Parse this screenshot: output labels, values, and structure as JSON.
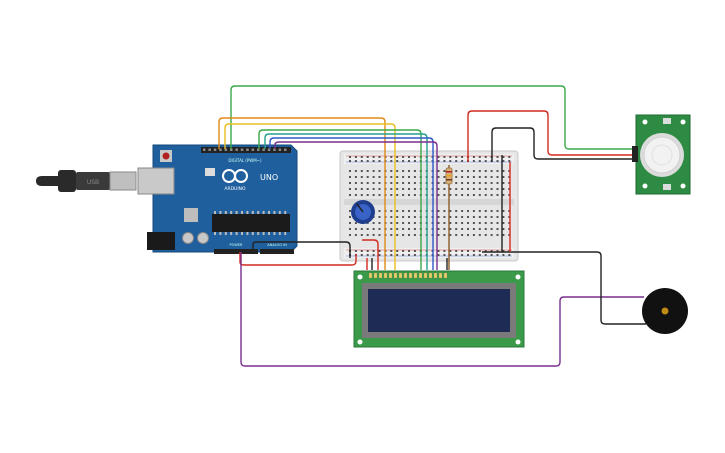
{
  "circuit": {
    "arduino": {
      "brand": "ARDUINO",
      "model": "UNO",
      "header_label": "DIGITAL (PWM~)",
      "power_label": "POWER",
      "analog_label": "ANALOG IN",
      "board_color": "#1f5f9e",
      "usb_cable_icon": "usb-plug-icon"
    },
    "pir_sensor": {
      "board_color": "#2e8b43",
      "dome_color": "#f2f2f2"
    },
    "lcd": {
      "board_color": "#3a9a4a",
      "screen_color": "#1d2b55",
      "pin_count": 16
    },
    "buzzer": {
      "body_color": "#111111",
      "center_color": "#c08a16"
    },
    "wire_colors": {
      "red": "#d42a20",
      "black": "#222222",
      "green": "#3aa84a",
      "orange": "#e08a1a",
      "yellow": "#e8c020",
      "purple": "#7a2f8e",
      "blue": "#2f59c9",
      "teal": "#24a08f",
      "brown": "#8a5a2a"
    }
  }
}
